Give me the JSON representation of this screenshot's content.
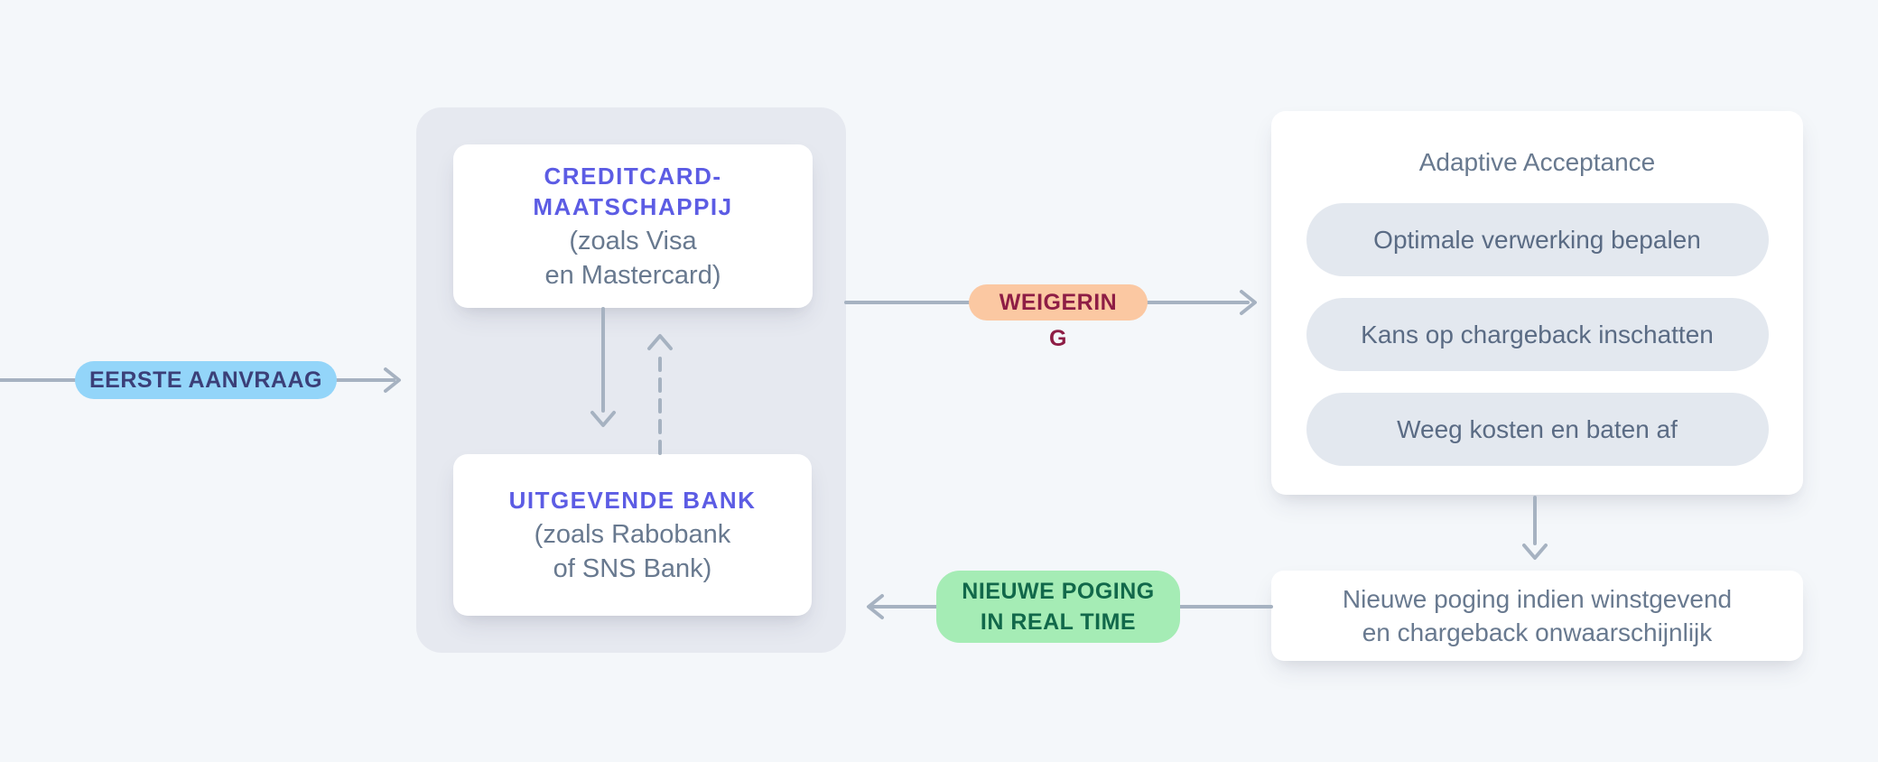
{
  "colors": {
    "bg": "#f4f7fa",
    "panel": "#e6e9f0",
    "card": "#ffffff",
    "arrow": "#a6b2c1",
    "purple": "#5c5ce4",
    "slate": "#68798f",
    "slate_dark": "#5a6b84",
    "pill_bg": "#e3e8ef",
    "badge_blue_bg": "#93d5f9",
    "badge_blue_text": "#3b3f78",
    "badge_peach_bg": "#fbc8a2",
    "badge_peach_text": "#8e1d45",
    "badge_green_bg": "#a5ecb5",
    "badge_green_text": "#11684a"
  },
  "diagram": {
    "start_badge": {
      "label": "EERSTE AANVRAAG"
    },
    "network_panel": {
      "card_scheme": {
        "title": "CREDITCARD-\nMAATSCHAPPIJ",
        "subtitle": "(zoals Visa\nen Mastercard)"
      },
      "issuing_bank": {
        "title": "UITGEVENDE BANK",
        "subtitle": "(zoals Rabobank\nof SNS Bank)"
      }
    },
    "refusal_badge": {
      "label": "WEIGERING"
    },
    "adaptive_acceptance": {
      "title": "Adaptive Acceptance",
      "steps": [
        {
          "label": "Optimale verwerking bepalen"
        },
        {
          "label": "Kans op chargeback inschatten"
        },
        {
          "label": "Weeg kosten en baten af"
        }
      ]
    },
    "retry_decision": {
      "label": "Nieuwe poging indien winstgevend\nen chargeback onwaarschijnlijk"
    },
    "retry_badge": {
      "label": "NIEUWE POGING\nIN REAL TIME"
    }
  }
}
